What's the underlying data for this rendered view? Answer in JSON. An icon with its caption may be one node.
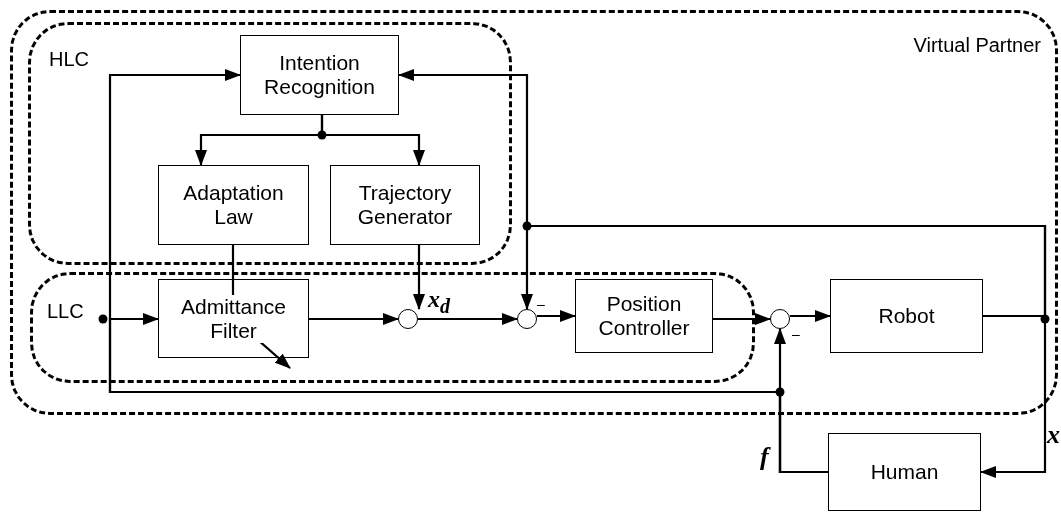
{
  "diagram": {
    "nodes": [
      {
        "text": [
          "Virtual Partner"
        ]
      },
      {
        "text": [
          "HLC"
        ],
        "in": 0
      },
      {
        "text": [
          "Intention Recognition"
        ],
        "in": 1
      },
      {
        "text": [
          "Adaptation Law"
        ],
        "in": 1
      },
      {
        "text": [
          "Trajectory Generator"
        ],
        "in": 1
      },
      {
        "text": [
          "LLC"
        ],
        "in": 0
      },
      {
        "text": [
          "Admittance Filter"
        ],
        "in": 5
      },
      {
        "text": [],
        "shape": "circle",
        "in": 5
      },
      {
        "text": [],
        "shape": "circle",
        "in": 5
      },
      {
        "text": [
          "Position Controller"
        ],
        "in": 5
      },
      {
        "text": [],
        "shape": "circle",
        "in": 0
      },
      {
        "text": [
          "Robot"
        ],
        "in": 0
      },
      {
        "text": [
          "Human"
        ]
      }
    ],
    "edges": [
      {
        "from": 2,
        "to": 3,
        "arrow": "to"
      },
      {
        "from": 2,
        "to": 4,
        "arrow": "to"
      },
      {
        "from": 3,
        "to": 6,
        "arrow": "to"
      },
      {
        "from": 4,
        "to": 7,
        "arrow": "to"
      },
      {
        "from": 12,
        "to": 6,
        "arrow": "to"
      },
      {
        "from": 12,
        "to": 2,
        "arrow": "to"
      },
      {
        "from": 12,
        "to": 10,
        "arrow": "to"
      },
      {
        "from": 6,
        "to": 7,
        "arrow": "to"
      },
      {
        "from": 7,
        "to": 8,
        "arrow": "to"
      },
      {
        "from": 8,
        "to": 9,
        "arrow": "to"
      },
      {
        "from": 9,
        "to": 10,
        "arrow": "to"
      },
      {
        "from": 10,
        "to": 11,
        "arrow": "to"
      },
      {
        "from": 11,
        "to": 12,
        "arrow": "to"
      },
      {
        "from": 11,
        "to": 8,
        "arrow": "to"
      },
      {
        "from": 11,
        "to": 2,
        "arrow": "to"
      }
    ],
    "labels": [
      "x$_{d}$",
      "–",
      "–",
      "f",
      "x"
    ]
  }
}
